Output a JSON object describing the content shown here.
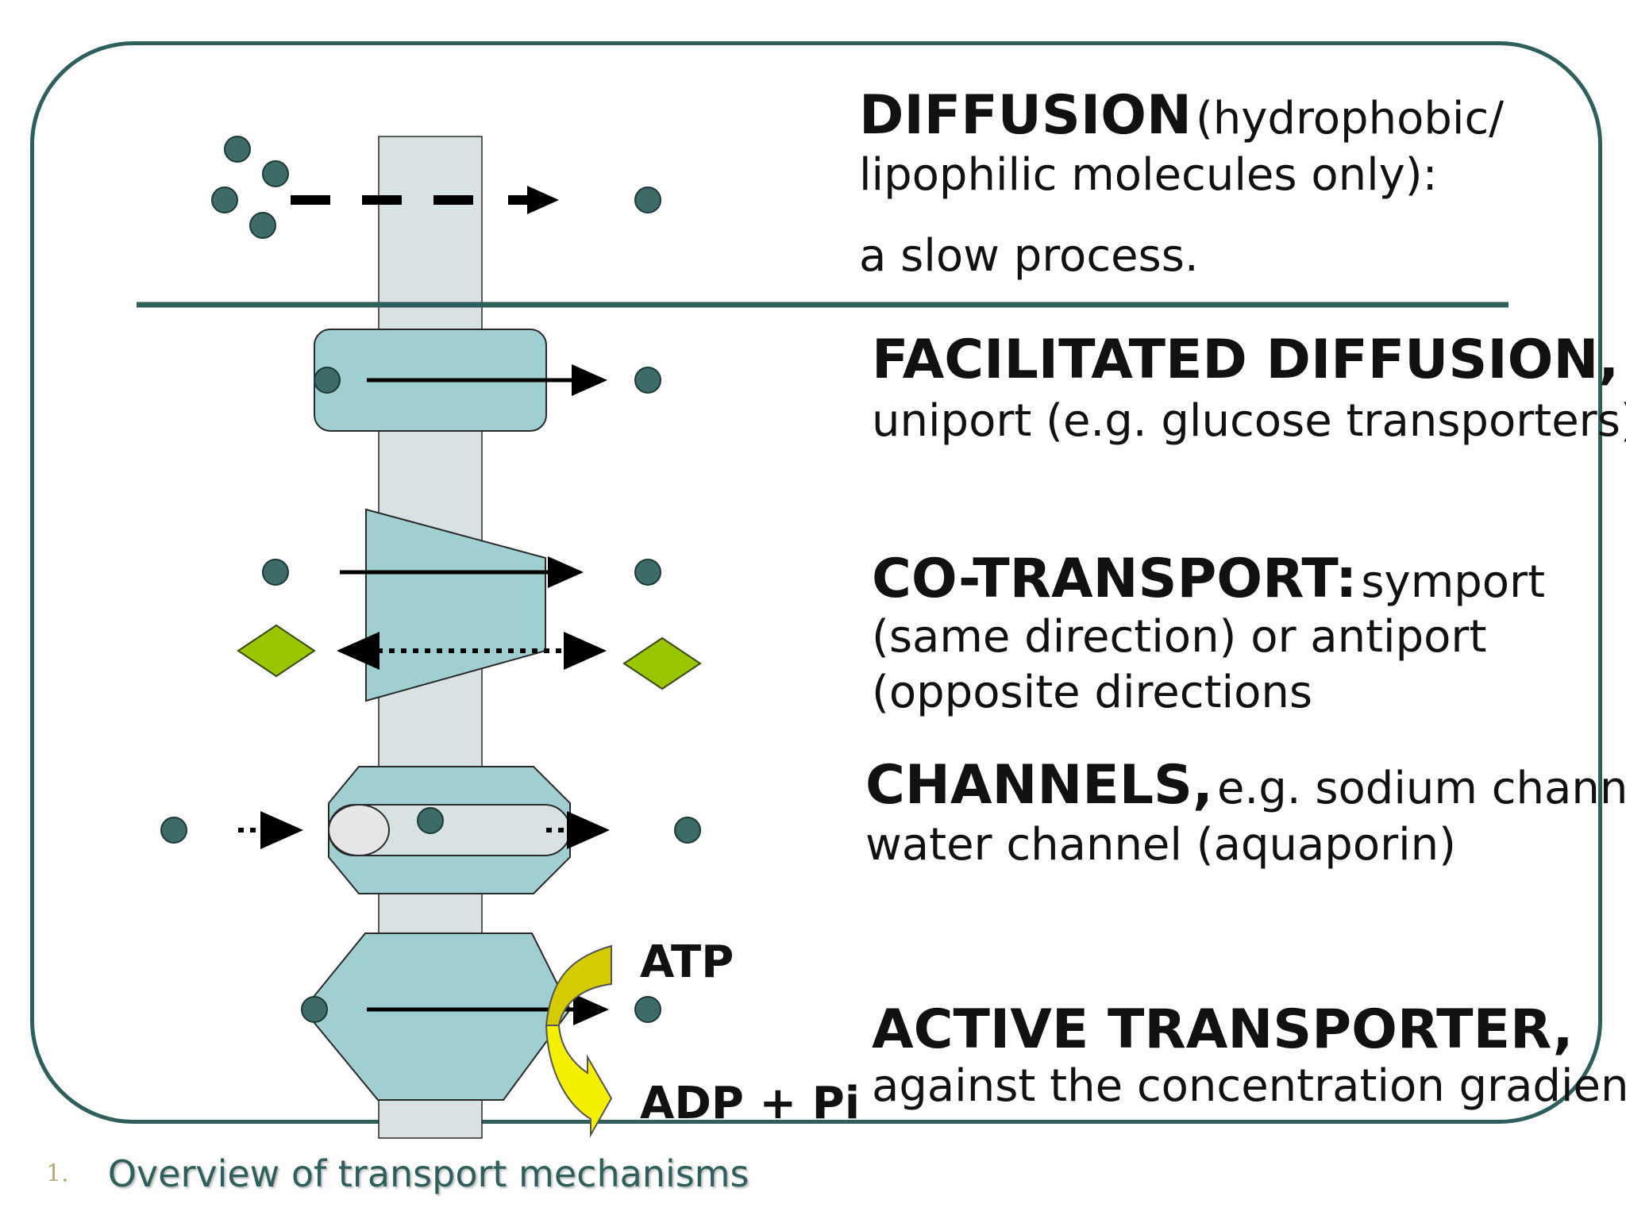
{
  "sections": {
    "diffusion": {
      "title": "DIFFUSION",
      "subtitle": "(hydrophobic/",
      "line2": "lipophilic molecules only):",
      "line3": "a slow process."
    },
    "facilitated": {
      "title": "FACILITATED DIFFUSION,",
      "line2": "uniport (e.g. glucose transporters)"
    },
    "cotransport": {
      "title": "CO-TRANSPORT:",
      "subtitle": "symport",
      "line2": "(same direction) or antiport",
      "line3": "(opposite directions"
    },
    "channels": {
      "title": "CHANNELS,",
      "subtitle": "e.g. sodium channel,",
      "line2": "water channel (aquaporin)"
    },
    "active": {
      "title": "ACTIVE TRANSPORTER,",
      "line2": "against the concentration gradient"
    }
  },
  "energy": {
    "atp": "ATP",
    "adp": "ADP + Pi"
  },
  "footer": {
    "number": "1.",
    "text": "Overview of transport mechanisms"
  },
  "colors": {
    "frame": "#2f5f5a",
    "membrane": "#d8e2e2",
    "protein": "#9fcfd0",
    "molecule": "#3d6b67",
    "diamond": "#9ac600",
    "atp_arrow": "#d4cc00",
    "adp_arrow": "#f4f000"
  }
}
